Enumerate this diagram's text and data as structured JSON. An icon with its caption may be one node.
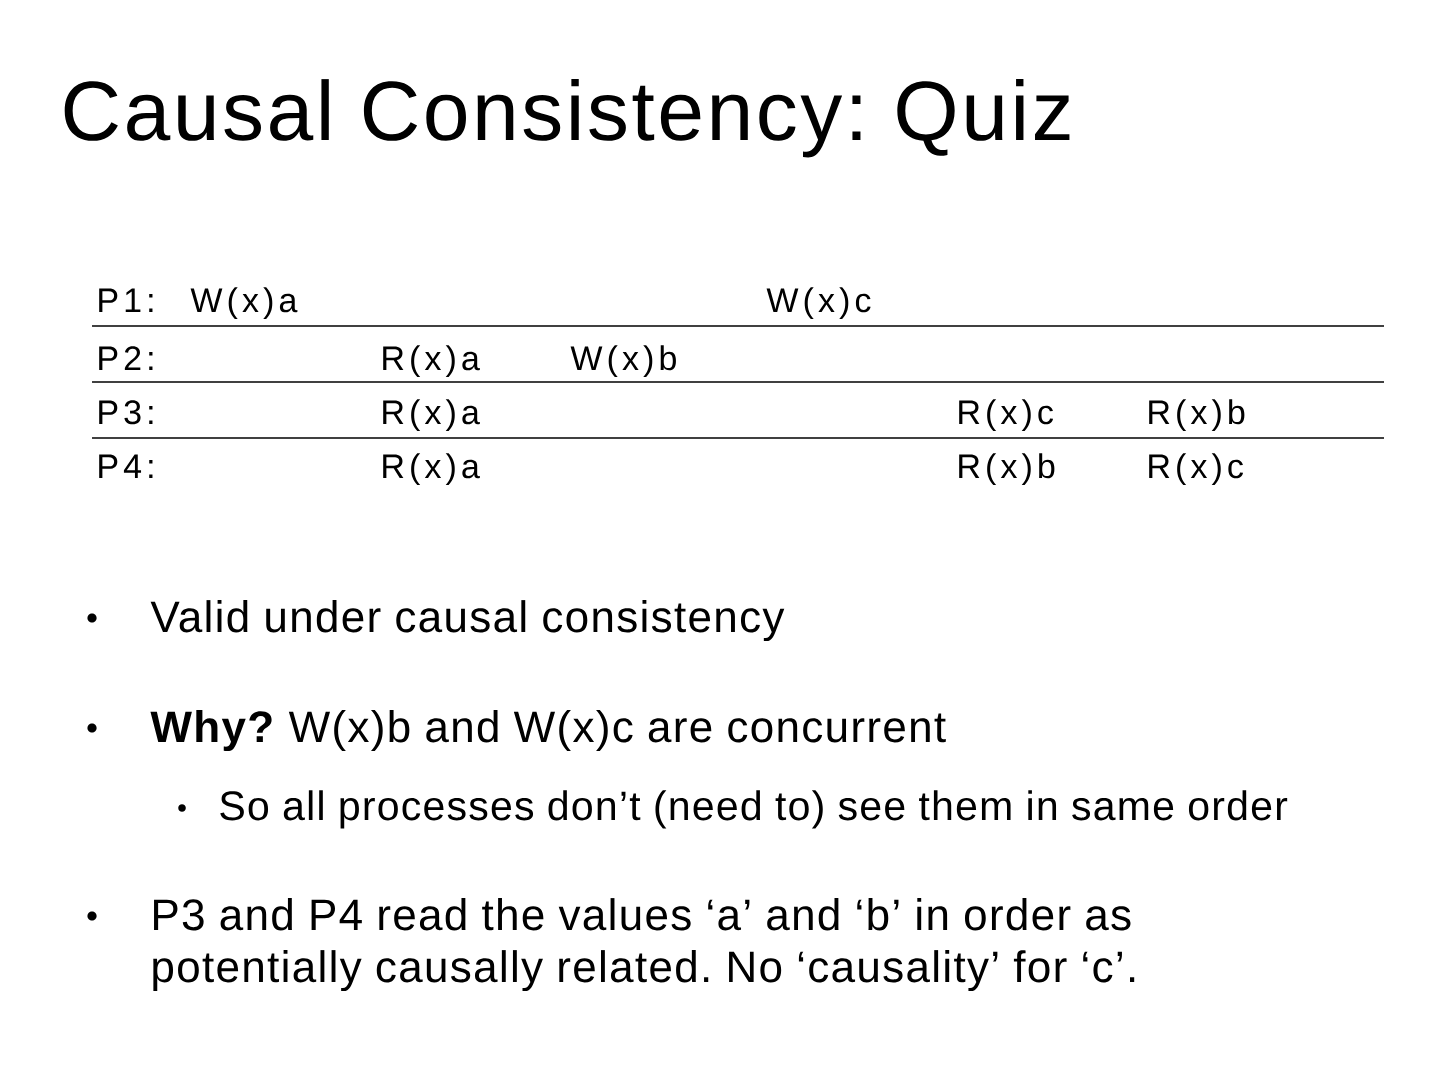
{
  "diagram": {
    "title": "Causal Consistency: Quiz",
    "labels": [
      "P1:",
      "W(x)a",
      "W(x)c",
      "P2:",
      "R(x)a",
      "W(x)b",
      "P3:",
      "R(x)a",
      "R(x)c",
      "R(x)b",
      "P4:",
      "R(x)a",
      "R(x)b",
      "R(x)c",
      "Valid under causal consistency",
      "**Why?** W(x)b and W(x)c are concurrent",
      "So all processes don’t (need to) see them in same order",
      "P3 and P4 read the values ‘a’ and ‘b’ in order as potentially causally related. No ‘causality’ for ‘c’."
    ]
  }
}
